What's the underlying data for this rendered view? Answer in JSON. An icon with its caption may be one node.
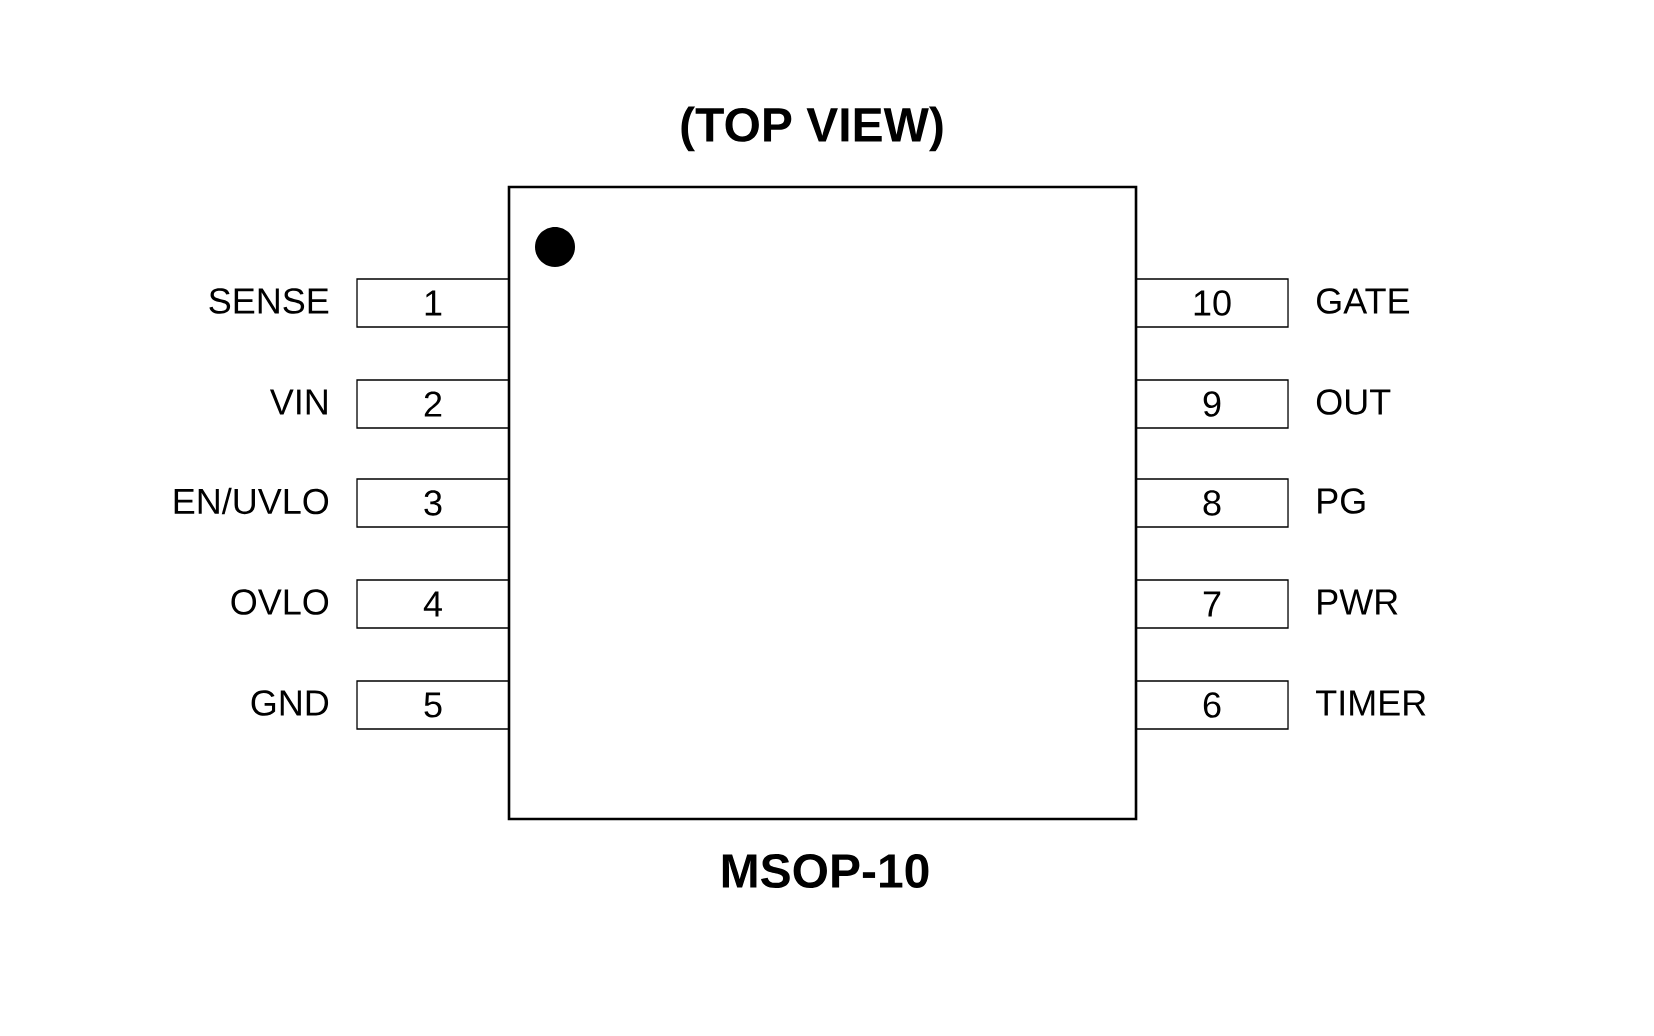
{
  "diagram": {
    "title": "(TOP VIEW)",
    "caption": "MSOP-10",
    "nodes": [
      {
        "text": [
          "1"
        ],
        "beside": [
          "SENSE"
        ]
      },
      {
        "text": [
          "2"
        ],
        "beside": [
          "VIN"
        ]
      },
      {
        "text": [
          "3"
        ],
        "beside": [
          "EN/UVLO"
        ]
      },
      {
        "text": [
          "4"
        ],
        "beside": [
          "OVLO"
        ]
      },
      {
        "text": [
          "5"
        ],
        "beside": [
          "GND"
        ]
      },
      {
        "text": [
          "6"
        ],
        "beside": [
          "TIMER"
        ]
      },
      {
        "text": [
          "7"
        ],
        "beside": [
          "PWR"
        ]
      },
      {
        "text": [
          "8"
        ],
        "beside": [
          "PG"
        ]
      },
      {
        "text": [
          "9"
        ],
        "beside": [
          "OUT"
        ]
      },
      {
        "text": [
          "10"
        ],
        "beside": [
          "GATE"
        ]
      }
    ]
  }
}
